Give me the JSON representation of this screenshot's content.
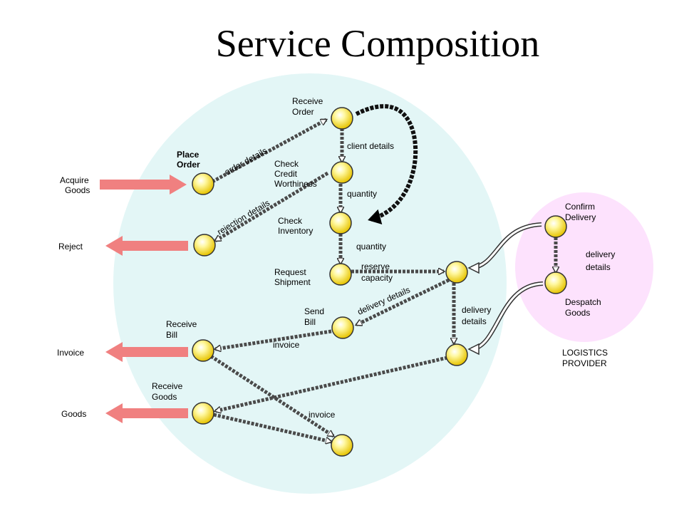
{
  "title": "Service Composition",
  "colors": {
    "main_region": "#e3f6f6",
    "logistics_region": "#fde2fd",
    "node_fill": "#fdf07a",
    "external_arrow": "#f08080",
    "flow_line": "#4a4a4a"
  },
  "external_labels": {
    "acquire": [
      "Acquire",
      "Goods"
    ],
    "reject": "Reject",
    "invoice": "Invoice",
    "goods": "Goods"
  },
  "nodes": {
    "place_order": [
      "Place",
      "Order"
    ],
    "receive_order": [
      "Receive",
      "Order"
    ],
    "check_credit": [
      "Check",
      "Credit",
      "Worthiness"
    ],
    "check_inventory": [
      "Check",
      "Inventory"
    ],
    "request_shipment": [
      "Request",
      "Shipment"
    ],
    "send_bill": [
      "Send",
      "Bill"
    ],
    "receive_bill": [
      "Receive",
      "Bill"
    ],
    "receive_goods": [
      "Receive",
      "Goods"
    ],
    "confirm_delivery": [
      "Confirm",
      "Delivery"
    ],
    "despatch_goods": [
      "Despatch",
      "Goods"
    ]
  },
  "flows": {
    "order_details": "order details",
    "rejection_details": "rejection details",
    "client_details": "client details",
    "quantity_1": "quantity",
    "quantity_2": "quantity",
    "reserve_capacity": [
      "reserve",
      "capacity"
    ],
    "delivery_details_diag": "delivery details",
    "delivery_details_vert": [
      "delivery",
      "details"
    ],
    "delivery_details_logistics": [
      "delivery",
      "details"
    ],
    "invoice_1": "invoice",
    "invoice_2": "invoice"
  },
  "logistics_provider": [
    "LOGISTICS",
    "PROVIDER"
  ]
}
